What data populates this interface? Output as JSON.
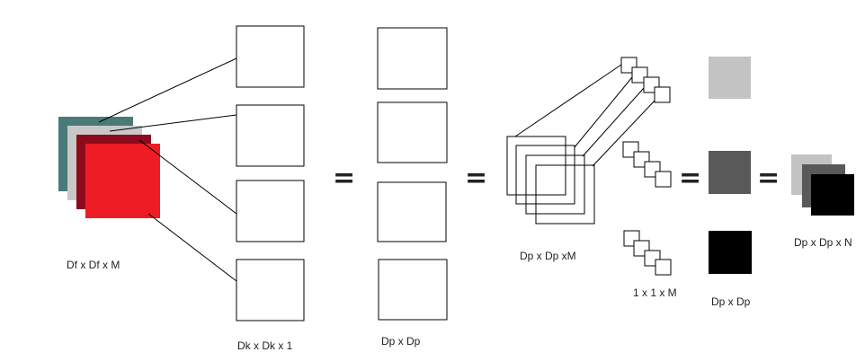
{
  "labels": {
    "input": "Df x Df x M",
    "kernels": "Dk x Dk x 1",
    "depthwise_outputs": "Dp x Dp",
    "stacked": "Dp x Dp xM",
    "pointwise_kernels": "1 x 1 x M",
    "pointwise_outputs": "Dp x Dp",
    "final_output": "Dp x Dp x N"
  },
  "operators": {
    "eq1": "=",
    "eq2": "=",
    "eq3": "=",
    "eq4": "="
  },
  "colors": {
    "input_layer_1": "#4a7a78",
    "input_layer_2": "#c8c8c8",
    "input_layer_3": "#8c0a1c",
    "input_layer_4": "#ee1c24",
    "output_light": "#c3c3c3",
    "output_mid": "#595959",
    "output_dark": "#000000"
  }
}
